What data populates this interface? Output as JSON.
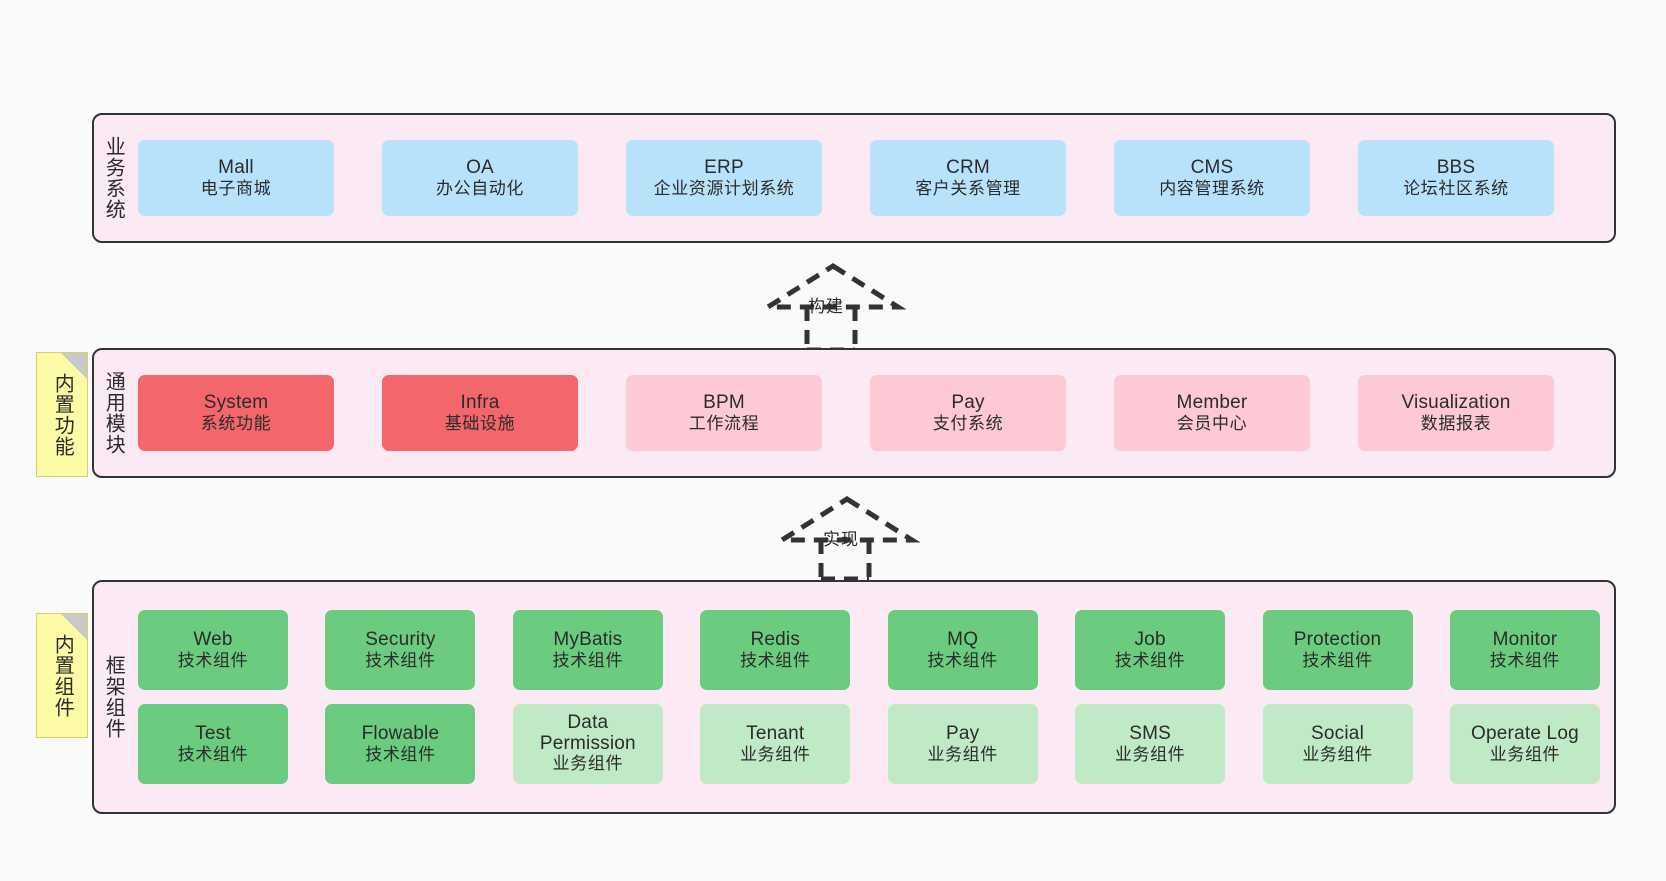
{
  "diagram": {
    "title_hidden": "",
    "colors": {
      "canvas_bg": "#fafafa",
      "layer_bg": "#fbeaf4",
      "layer_border": "#333333",
      "blue": "#b8e1fb",
      "red": "#f3666c",
      "pink": "#fcc9d4",
      "green": "#6bcc7f",
      "green_light": "#c0e9c6",
      "note_bg": "#fdfba6",
      "note_fold": "#c9c9c9",
      "text": "#2b2b2b"
    }
  },
  "layers": [
    {
      "id": "business-systems",
      "title": "业务系统",
      "nodes": [
        {
          "en": "Mall",
          "cn": "电子商城",
          "color": "blue"
        },
        {
          "en": "OA",
          "cn": "办公自动化",
          "color": "blue"
        },
        {
          "en": "ERP",
          "cn": "企业资源计划系统",
          "color": "blue"
        },
        {
          "en": "CRM",
          "cn": "客户关系管理",
          "color": "blue"
        },
        {
          "en": "CMS",
          "cn": "内容管理系统",
          "color": "blue"
        },
        {
          "en": "BBS",
          "cn": "论坛社区系统",
          "color": "blue"
        }
      ]
    },
    {
      "id": "common-modules",
      "title": "通用模块",
      "note": "内置功能",
      "nodes": [
        {
          "en": "System",
          "cn": "系统功能",
          "color": "red"
        },
        {
          "en": "Infra",
          "cn": "基础设施",
          "color": "red"
        },
        {
          "en": "BPM",
          "cn": "工作流程",
          "color": "pink"
        },
        {
          "en": "Pay",
          "cn": "支付系统",
          "color": "pink"
        },
        {
          "en": "Member",
          "cn": "会员中心",
          "color": "pink"
        },
        {
          "en": "Visualization",
          "cn": "数据报表",
          "color": "pink"
        }
      ]
    },
    {
      "id": "framework-components",
      "title": "框架组件",
      "note": "内置组件",
      "rows": [
        [
          {
            "en": "Web",
            "cn": "技术组件",
            "color": "green"
          },
          {
            "en": "Security",
            "cn": "技术组件",
            "color": "green"
          },
          {
            "en": "MyBatis",
            "cn": "技术组件",
            "color": "green"
          },
          {
            "en": "Redis",
            "cn": "技术组件",
            "color": "green"
          },
          {
            "en": "MQ",
            "cn": "技术组件",
            "color": "green"
          },
          {
            "en": "Job",
            "cn": "技术组件",
            "color": "green"
          },
          {
            "en": "Protection",
            "cn": "技术组件",
            "color": "green"
          },
          {
            "en": "Monitor",
            "cn": "技术组件",
            "color": "green"
          }
        ],
        [
          {
            "en": "Test",
            "cn": "技术组件",
            "color": "green"
          },
          {
            "en": "Flowable",
            "cn": "技术组件",
            "color": "green"
          },
          {
            "en": "Data Permission",
            "cn": "业务组件",
            "color": "green-light"
          },
          {
            "en": "Tenant",
            "cn": "业务组件",
            "color": "green-light"
          },
          {
            "en": "Pay",
            "cn": "业务组件",
            "color": "green-light"
          },
          {
            "en": "SMS",
            "cn": "业务组件",
            "color": "green-light"
          },
          {
            "en": "Social",
            "cn": "业务组件",
            "color": "green-light"
          },
          {
            "en": "Operate Log",
            "cn": "业务组件",
            "color": "green-light"
          }
        ]
      ]
    }
  ],
  "connectors": [
    {
      "id": "build",
      "label": "构建",
      "style": "dashed-hollow-arrow",
      "from": "common-modules",
      "to": "business-systems"
    },
    {
      "id": "implement",
      "label": "实现",
      "style": "dashed-hollow-arrow",
      "from": "framework-components",
      "to": "common-modules"
    }
  ]
}
